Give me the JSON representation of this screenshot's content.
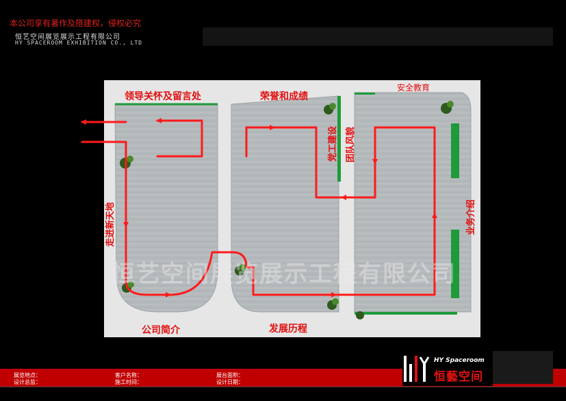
{
  "header": {
    "copyright": "本公司享有著作及搭建权，侵权必究",
    "company_cn": "恒艺空间展览展示工程有限公司",
    "company_en": "HY SPACEROOM EXHIBITION CO., LTD"
  },
  "floorplan": {
    "zones": {
      "leadership": "领导关怀及留言处",
      "honors": "荣誉和成绩",
      "safety": "安全教育",
      "party": "党工建设",
      "team": "团队风貌",
      "walk": "走进新天地",
      "business": "业务介绍",
      "company": "公司简介",
      "history": "发展历程"
    },
    "watermark": "恒艺空间展览展示工程有限公司"
  },
  "footer": {
    "exhibit_site_label": "展览地点：",
    "designer_label": "设计总监：",
    "client_label": "客户名称：",
    "build_time_label": "施工时间：",
    "booth_area_label": "展台面积：",
    "design_date_label": "设计日期："
  },
  "logo": {
    "en": "HY Spaceroom",
    "cn": "恒藝空间"
  },
  "colors": {
    "arrow": "#ff1a1a",
    "zone_label": "#e01010",
    "accent_green": "#1e9a3a",
    "floor": "#b8bdc0",
    "panel": "#e4e4e4"
  }
}
